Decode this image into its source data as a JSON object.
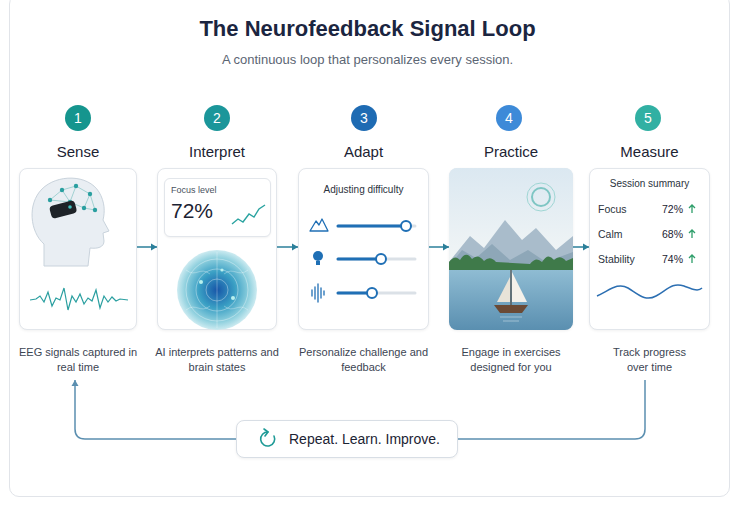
{
  "diagram": {
    "title": "The Neurofeedback Signal Loop",
    "caption": "A continuous loop that personalizes every session.",
    "nodes": [
      {
        "text": [
          "1"
        ]
      },
      {
        "text": [
          "Sense",
          "EEG signals captured in real time"
        ]
      },
      {
        "text": [
          "2"
        ]
      },
      {
        "text": [
          "Interpret",
          "AI interprets patterns and brain states"
        ]
      },
      {
        "text": [
          "Focus level",
          "72%"
        ],
        "in": 3
      },
      {
        "text": [
          "3"
        ]
      },
      {
        "text": [
          "Adapt",
          "Adjusting difficulty",
          "Personalize challenge and feedback"
        ]
      },
      {
        "text": [
          "4"
        ]
      },
      {
        "text": [
          "Practice",
          "Engage in exercises designed for you"
        ]
      },
      {
        "text": [
          "5"
        ]
      },
      {
        "text": [
          "Measure",
          "Session summary",
          "Track progress over time"
        ]
      },
      {
        "text": [
          "Repeat. Learn. Improve."
        ]
      }
    ],
    "edges": [
      {
        "from": 1,
        "to": 3,
        "arrow": "to"
      },
      {
        "from": 3,
        "to": 6,
        "arrow": "to"
      },
      {
        "from": 6,
        "to": 8,
        "arrow": "to"
      },
      {
        "from": 8,
        "to": 10,
        "arrow": "to"
      },
      {
        "from": 10,
        "to": 11,
        "arrow": "none"
      },
      {
        "from": 11,
        "to": 1,
        "arrow": "to"
      }
    ],
    "labels": [
      "Focus",
      "72%",
      "Calm",
      "68%",
      "Stability",
      "74%"
    ]
  }
}
